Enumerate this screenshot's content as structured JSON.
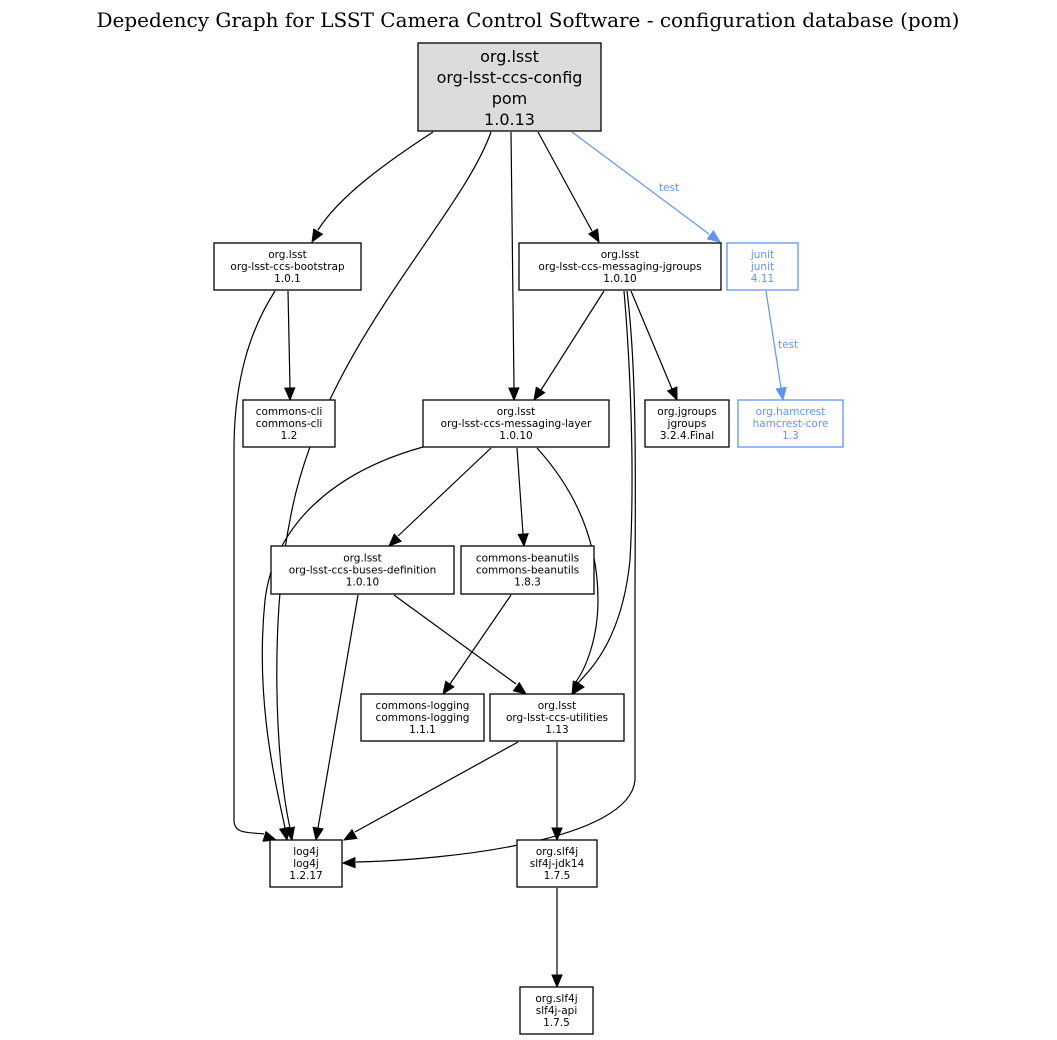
{
  "title": "Depedency Graph for LSST Camera Control Software - configuration database (pom)",
  "colors": {
    "test": "#6495ed",
    "root_fill": "#dcdcdc",
    "default": "#000000"
  },
  "nodes": [
    {
      "id": "config",
      "lines": [
        "org.lsst",
        "org-lsst-ccs-config",
        "pom",
        "1.0.13"
      ],
      "kind": "root"
    },
    {
      "id": "bootstrap",
      "lines": [
        "org.lsst",
        "org-lsst-ccs-bootstrap",
        "1.0.1"
      ],
      "kind": "normal"
    },
    {
      "id": "jgroupsmsg",
      "lines": [
        "org.lsst",
        "org-lsst-ccs-messaging-jgroups",
        "1.0.10"
      ],
      "kind": "normal"
    },
    {
      "id": "junit",
      "lines": [
        "junit",
        "junit",
        "4.11"
      ],
      "kind": "test"
    },
    {
      "id": "cli",
      "lines": [
        "commons-cli",
        "commons-cli",
        "1.2"
      ],
      "kind": "normal"
    },
    {
      "id": "msglayer",
      "lines": [
        "org.lsst",
        "org-lsst-ccs-messaging-layer",
        "1.0.10"
      ],
      "kind": "normal"
    },
    {
      "id": "jgroups",
      "lines": [
        "org.jgroups",
        "jgroups",
        "3.2.4.Final"
      ],
      "kind": "normal"
    },
    {
      "id": "hamcrest",
      "lines": [
        "org.hamcrest",
        "hamcrest-core",
        "1.3"
      ],
      "kind": "test"
    },
    {
      "id": "buses",
      "lines": [
        "org.lsst",
        "org-lsst-ccs-buses-definition",
        "1.0.10"
      ],
      "kind": "normal"
    },
    {
      "id": "beanutils",
      "lines": [
        "commons-beanutils",
        "commons-beanutils",
        "1.8.3"
      ],
      "kind": "normal"
    },
    {
      "id": "logging",
      "lines": [
        "commons-logging",
        "commons-logging",
        "1.1.1"
      ],
      "kind": "normal"
    },
    {
      "id": "utilities",
      "lines": [
        "org.lsst",
        "org-lsst-ccs-utilities",
        "1.13"
      ],
      "kind": "normal"
    },
    {
      "id": "log4j",
      "lines": [
        "log4j",
        "log4j",
        "1.2.17"
      ],
      "kind": "normal"
    },
    {
      "id": "jdk14",
      "lines": [
        "org.slf4j",
        "slf4j-jdk14",
        "1.7.5"
      ],
      "kind": "normal"
    },
    {
      "id": "slf4japi",
      "lines": [
        "org.slf4j",
        "slf4j-api",
        "1.7.5"
      ],
      "kind": "normal"
    }
  ],
  "edges": [
    {
      "from": "config",
      "to": "bootstrap",
      "scope": ""
    },
    {
      "from": "config",
      "to": "log4j",
      "scope": ""
    },
    {
      "from": "config",
      "to": "msglayer",
      "scope": ""
    },
    {
      "from": "config",
      "to": "jgroupsmsg",
      "scope": ""
    },
    {
      "from": "config",
      "to": "junit",
      "scope": "test"
    },
    {
      "from": "bootstrap",
      "to": "cli",
      "scope": ""
    },
    {
      "from": "bootstrap",
      "to": "log4j",
      "scope": ""
    },
    {
      "from": "jgroupsmsg",
      "to": "msglayer",
      "scope": ""
    },
    {
      "from": "jgroupsmsg",
      "to": "jgroups",
      "scope": ""
    },
    {
      "from": "jgroupsmsg",
      "to": "utilities",
      "scope": ""
    },
    {
      "from": "jgroupsmsg",
      "to": "log4j",
      "scope": ""
    },
    {
      "from": "junit",
      "to": "hamcrest",
      "scope": "test"
    },
    {
      "from": "msglayer",
      "to": "buses",
      "scope": ""
    },
    {
      "from": "msglayer",
      "to": "beanutils",
      "scope": ""
    },
    {
      "from": "msglayer",
      "to": "utilities",
      "scope": ""
    },
    {
      "from": "msglayer",
      "to": "log4j",
      "scope": ""
    },
    {
      "from": "buses",
      "to": "utilities",
      "scope": ""
    },
    {
      "from": "buses",
      "to": "log4j",
      "scope": ""
    },
    {
      "from": "beanutils",
      "to": "logging",
      "scope": ""
    },
    {
      "from": "utilities",
      "to": "log4j",
      "scope": ""
    },
    {
      "from": "utilities",
      "to": "jdk14",
      "scope": ""
    },
    {
      "from": "jdk14",
      "to": "slf4japi",
      "scope": ""
    }
  ]
}
